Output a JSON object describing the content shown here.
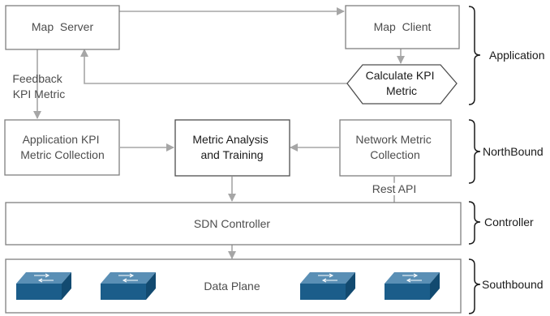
{
  "nodes": {
    "map_server": "Map  Server",
    "map_client": "Map  Client",
    "calculate_kpi": [
      "Calculate KPI",
      "Metric"
    ],
    "app_kpi_collection": [
      "Application KPI",
      "Metric Collection"
    ],
    "metric_analysis": [
      "Metric Analysis",
      "and Training"
    ],
    "network_metric": [
      "Network Metric",
      "Collection"
    ],
    "sdn_controller": "SDN Controller",
    "data_plane": "Data Plane"
  },
  "edge_labels": {
    "feedback": [
      "Feedback",
      "KPI Metric"
    ],
    "rest_api": "Rest API"
  },
  "layers": {
    "application": "Application",
    "northbound": "NorthBound",
    "controller": "Controller",
    "southbound": "Southbound"
  },
  "icons": {
    "switch": "network-switch-icon",
    "switch_count": 4
  },
  "colors": {
    "box_border": "#7f7f7f",
    "connector": "#a6a6a6",
    "switch_blue": "#1b5d8a"
  }
}
